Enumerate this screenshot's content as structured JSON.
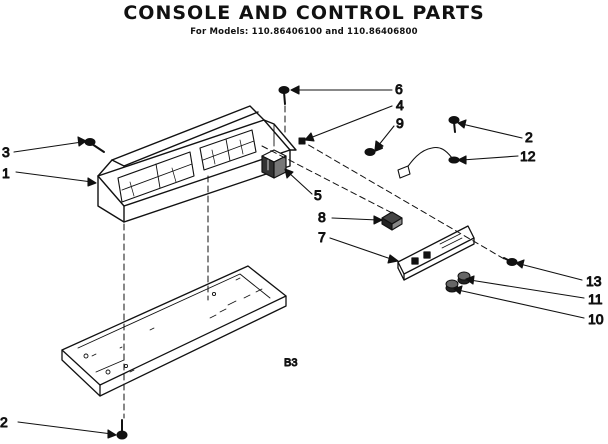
{
  "header": {
    "title": "CONSOLE AND CONTROL PARTS",
    "subtitle": "For Models: 110.86406100 and 110.86406800"
  },
  "figure_code": "B3",
  "callouts": [
    {
      "id": "c1",
      "label": "1"
    },
    {
      "id": "c2a",
      "label": "2"
    },
    {
      "id": "c2b",
      "label": "2"
    },
    {
      "id": "c3",
      "label": "3"
    },
    {
      "id": "c4",
      "label": "4"
    },
    {
      "id": "c5",
      "label": "5"
    },
    {
      "id": "c6",
      "label": "6"
    },
    {
      "id": "c7",
      "label": "7"
    },
    {
      "id": "c8",
      "label": "8"
    },
    {
      "id": "c9",
      "label": "9"
    },
    {
      "id": "c10",
      "label": "10"
    },
    {
      "id": "c11",
      "label": "11"
    },
    {
      "id": "c12",
      "label": "12"
    },
    {
      "id": "c13",
      "label": "13"
    }
  ]
}
